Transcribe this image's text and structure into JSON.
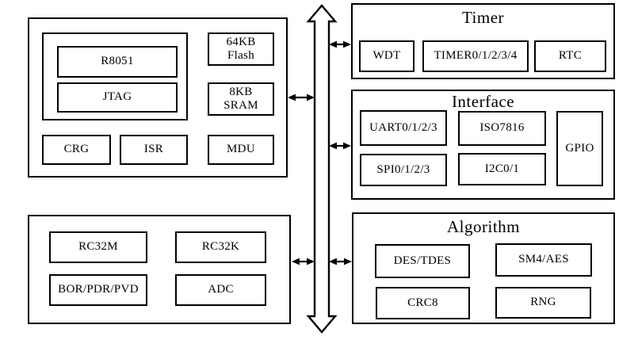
{
  "colors": {
    "line": "#000000",
    "background": "#ffffff"
  },
  "blocks": {
    "core": {
      "r8051": "R8051",
      "jtag": "JTAG",
      "flash": "64KB\nFlash",
      "sram": "8KB\nSRAM",
      "crg": "CRG",
      "isr": "ISR",
      "mdu": "MDU"
    },
    "analog": {
      "rc32m": "RC32M",
      "rc32k": "RC32K",
      "bor": "BOR/PDR/PVD",
      "adc": "ADC"
    },
    "timer": {
      "title": "Timer",
      "wdt": "WDT",
      "timers": "TIMER0/1/2/3/4",
      "rtc": "RTC"
    },
    "interface": {
      "title": "Interface",
      "uart": "UART0/1/2/3",
      "iso7816": "ISO7816",
      "gpio": "GPIO",
      "spi": "SPI0/1/2/3",
      "i2c": "I2C0/1"
    },
    "algorithm": {
      "title": "Algorithm",
      "des": "DES/TDES",
      "sm4": "SM4/AES",
      "crc8": "CRC8",
      "rng": "RNG"
    }
  }
}
